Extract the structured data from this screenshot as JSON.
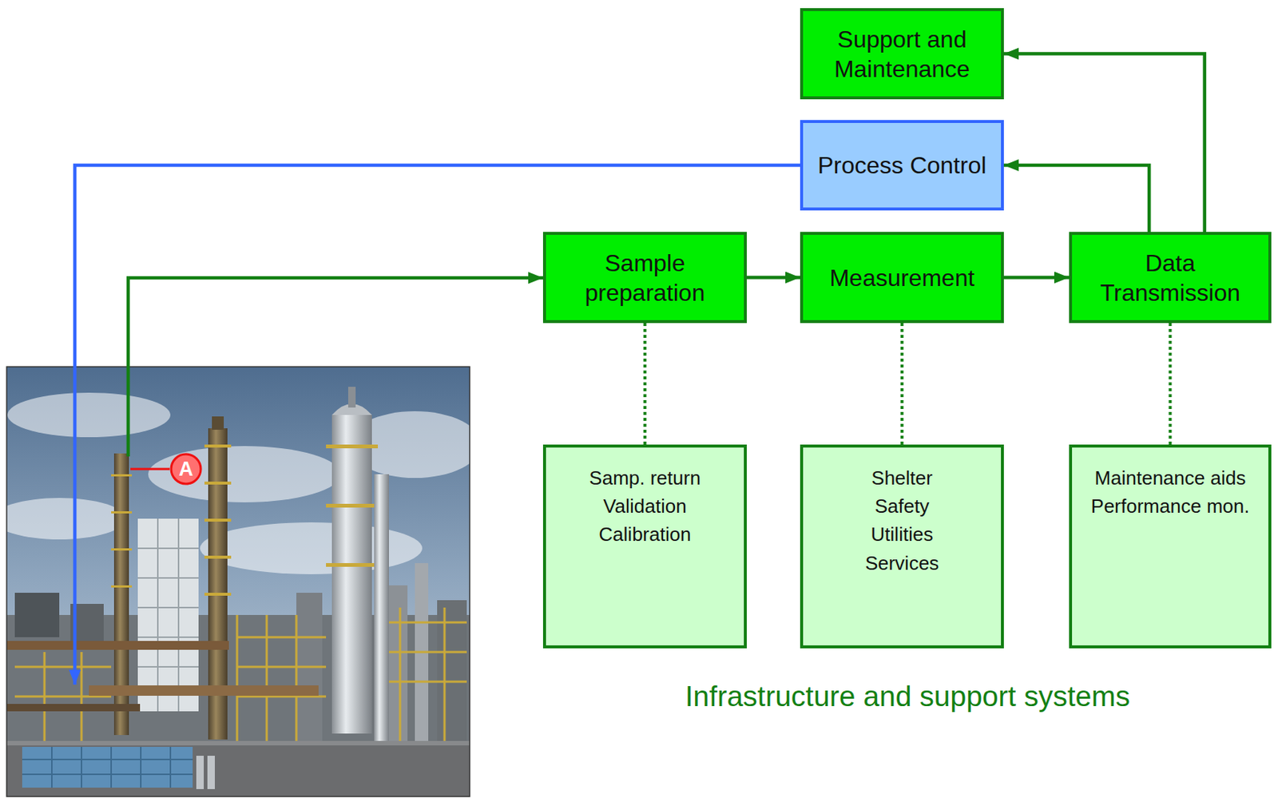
{
  "diagram": {
    "nodes": [
      {
        "text": [
          "Support and Maintenance"
        ]
      },
      {
        "text": [
          "Process Control"
        ]
      },
      {
        "text": [
          "Sample preparation"
        ]
      },
      {
        "text": [
          "Measurement"
        ]
      },
      {
        "text": [
          "Data Transmission"
        ]
      },
      {
        "text": [
          "Samp. return",
          "Validation",
          "Calibration"
        ]
      },
      {
        "text": [
          "Shelter",
          "Safety",
          "Utilities",
          "Services"
        ]
      },
      {
        "text": [
          "Maintenance aids",
          "Performance mon."
        ]
      },
      {
        "text": [
          "A"
        ]
      }
    ],
    "edges": [
      {
        "from": 2,
        "to": 3,
        "arrow": "to"
      },
      {
        "from": 3,
        "to": 4,
        "arrow": "to"
      },
      {
        "from": 4,
        "to": 1,
        "arrow": "to"
      },
      {
        "from": 4,
        "to": 0,
        "arrow": "to"
      },
      {
        "from": 2,
        "to": 5,
        "arrow": "none"
      },
      {
        "from": 3,
        "to": 6,
        "arrow": "none"
      },
      {
        "from": 4,
        "to": 7,
        "arrow": "none"
      }
    ],
    "labels": [
      "Infrastructure and support systems"
    ]
  }
}
